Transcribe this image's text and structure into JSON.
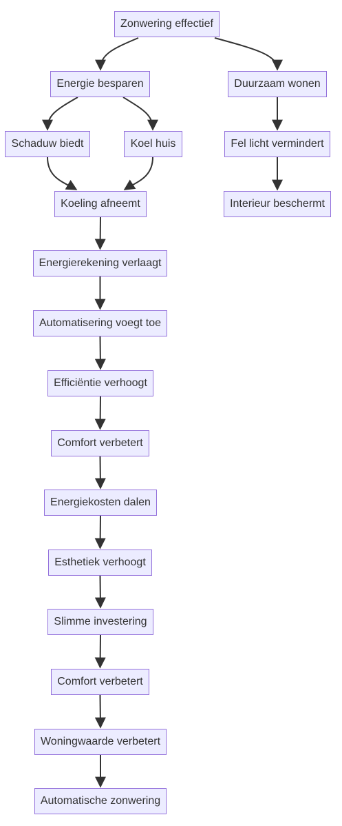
{
  "diagram": {
    "colors": {
      "node_fill": "#ececff",
      "node_border": "#9370db",
      "edge": "#333333",
      "text": "#333333"
    },
    "nodes": [
      {
        "id": "n1",
        "label": "Zonwering effectief"
      },
      {
        "id": "n2",
        "label": "Energie besparen"
      },
      {
        "id": "n3",
        "label": "Duurzaam wonen"
      },
      {
        "id": "n4",
        "label": "Schaduw biedt"
      },
      {
        "id": "n5",
        "label": "Koel huis"
      },
      {
        "id": "n6",
        "label": "Fel licht vermindert"
      },
      {
        "id": "n7",
        "label": "Koeling afneemt"
      },
      {
        "id": "n8",
        "label": "Interieur beschermt"
      },
      {
        "id": "n9",
        "label": "Energierekening verlaagt"
      },
      {
        "id": "n10",
        "label": "Automatisering voegt toe"
      },
      {
        "id": "n11",
        "label": "Efficiëntie verhoogt"
      },
      {
        "id": "n12",
        "label": "Comfort verbetert"
      },
      {
        "id": "n13",
        "label": "Energiekosten dalen"
      },
      {
        "id": "n14",
        "label": "Esthetiek verhoogt"
      },
      {
        "id": "n15",
        "label": "Slimme investering"
      },
      {
        "id": "n16",
        "label": "Comfort verbetert"
      },
      {
        "id": "n17",
        "label": "Woningwaarde verbetert"
      },
      {
        "id": "n18",
        "label": "Automatische zonwering"
      }
    ],
    "edges": [
      {
        "from": "n1",
        "to": "n2"
      },
      {
        "from": "n1",
        "to": "n3"
      },
      {
        "from": "n2",
        "to": "n4"
      },
      {
        "from": "n2",
        "to": "n5"
      },
      {
        "from": "n3",
        "to": "n6"
      },
      {
        "from": "n4",
        "to": "n7"
      },
      {
        "from": "n5",
        "to": "n7"
      },
      {
        "from": "n6",
        "to": "n8"
      },
      {
        "from": "n7",
        "to": "n9"
      },
      {
        "from": "n9",
        "to": "n10"
      },
      {
        "from": "n10",
        "to": "n11"
      },
      {
        "from": "n11",
        "to": "n12"
      },
      {
        "from": "n12",
        "to": "n13"
      },
      {
        "from": "n13",
        "to": "n14"
      },
      {
        "from": "n14",
        "to": "n15"
      },
      {
        "from": "n15",
        "to": "n16"
      },
      {
        "from": "n16",
        "to": "n17"
      },
      {
        "from": "n17",
        "to": "n18"
      }
    ]
  }
}
